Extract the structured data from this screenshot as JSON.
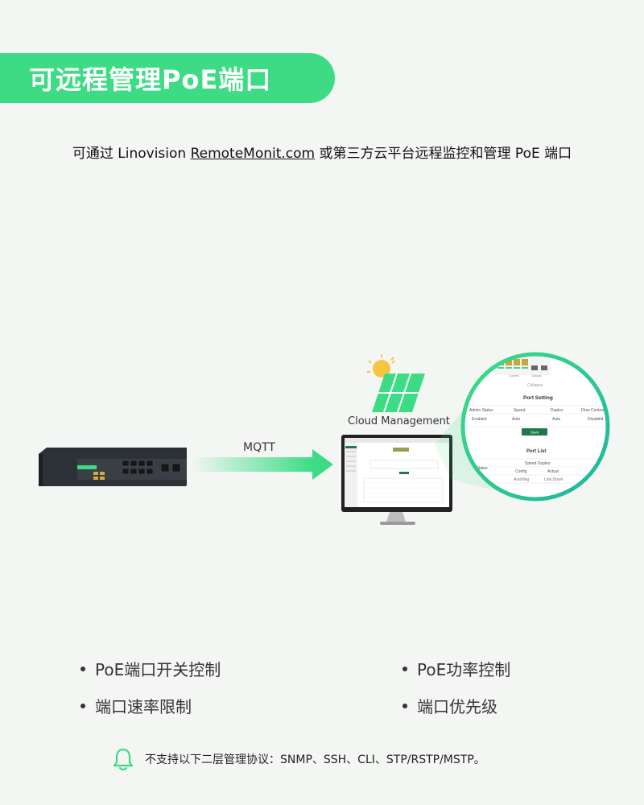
{
  "header": {
    "title": "可远程管理PoE端口"
  },
  "subtitle": {
    "prefix": "可通过 Linovision ",
    "link": "RemoteMonit.com",
    "suffix": " 或第三方云平台远程监控和管理 PoE 端口"
  },
  "diagram": {
    "cloud_label": "Cloud Management",
    "mqtt_label": "MQTT",
    "zoom": {
      "top_labels": [
        "Combo",
        "Optical"
      ],
      "collapse": "Collapse",
      "port_setting_title": "Port Setting",
      "columns": [
        "Admin Status",
        "Speed",
        "Duplex",
        "Flow Control"
      ],
      "values": [
        "Enabled",
        "Auto",
        "Auto",
        "Disabled"
      ],
      "save": "Save",
      "port_list_title": "Port List",
      "list_group": "Speed Duplex",
      "list_col0": "min Status",
      "list_cols": [
        "Config",
        "Actual"
      ],
      "list_vals": [
        "AutoNeg",
        "Link Down"
      ]
    }
  },
  "features": [
    "PoE端口开关控制",
    "PoE功率控制",
    "端口速率限制",
    "端口优先级"
  ],
  "note": {
    "text": "不支持以下二层管理协议：SNMP、SSH、CLI、STP/RSTP/MSTP。"
  },
  "colors": {
    "accent": "#3ddc84",
    "dark_green": "#1e7a4a",
    "background": "#f4f6f4"
  }
}
